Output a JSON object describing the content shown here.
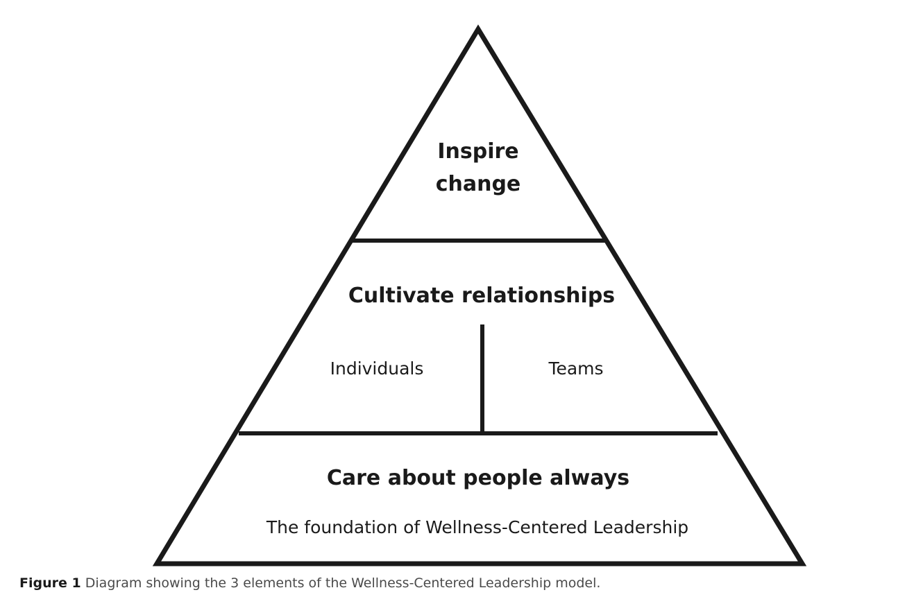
{
  "pyramid": {
    "top": {
      "line1": "Inspire",
      "line2": "change"
    },
    "middle": {
      "title": "Cultivate relationships",
      "left_label": "Individuals",
      "right_label": "Teams"
    },
    "base": {
      "title": "Care about people always",
      "subtitle": "The foundation of Wellness-Centered Leadership"
    }
  },
  "caption": {
    "label": "Figure 1",
    "text": "Diagram showing the 3 elements of the Wellness-Centered Leadership model."
  },
  "colors": {
    "stroke": "#1a1a1a",
    "caption_text": "#4a4a4a"
  }
}
